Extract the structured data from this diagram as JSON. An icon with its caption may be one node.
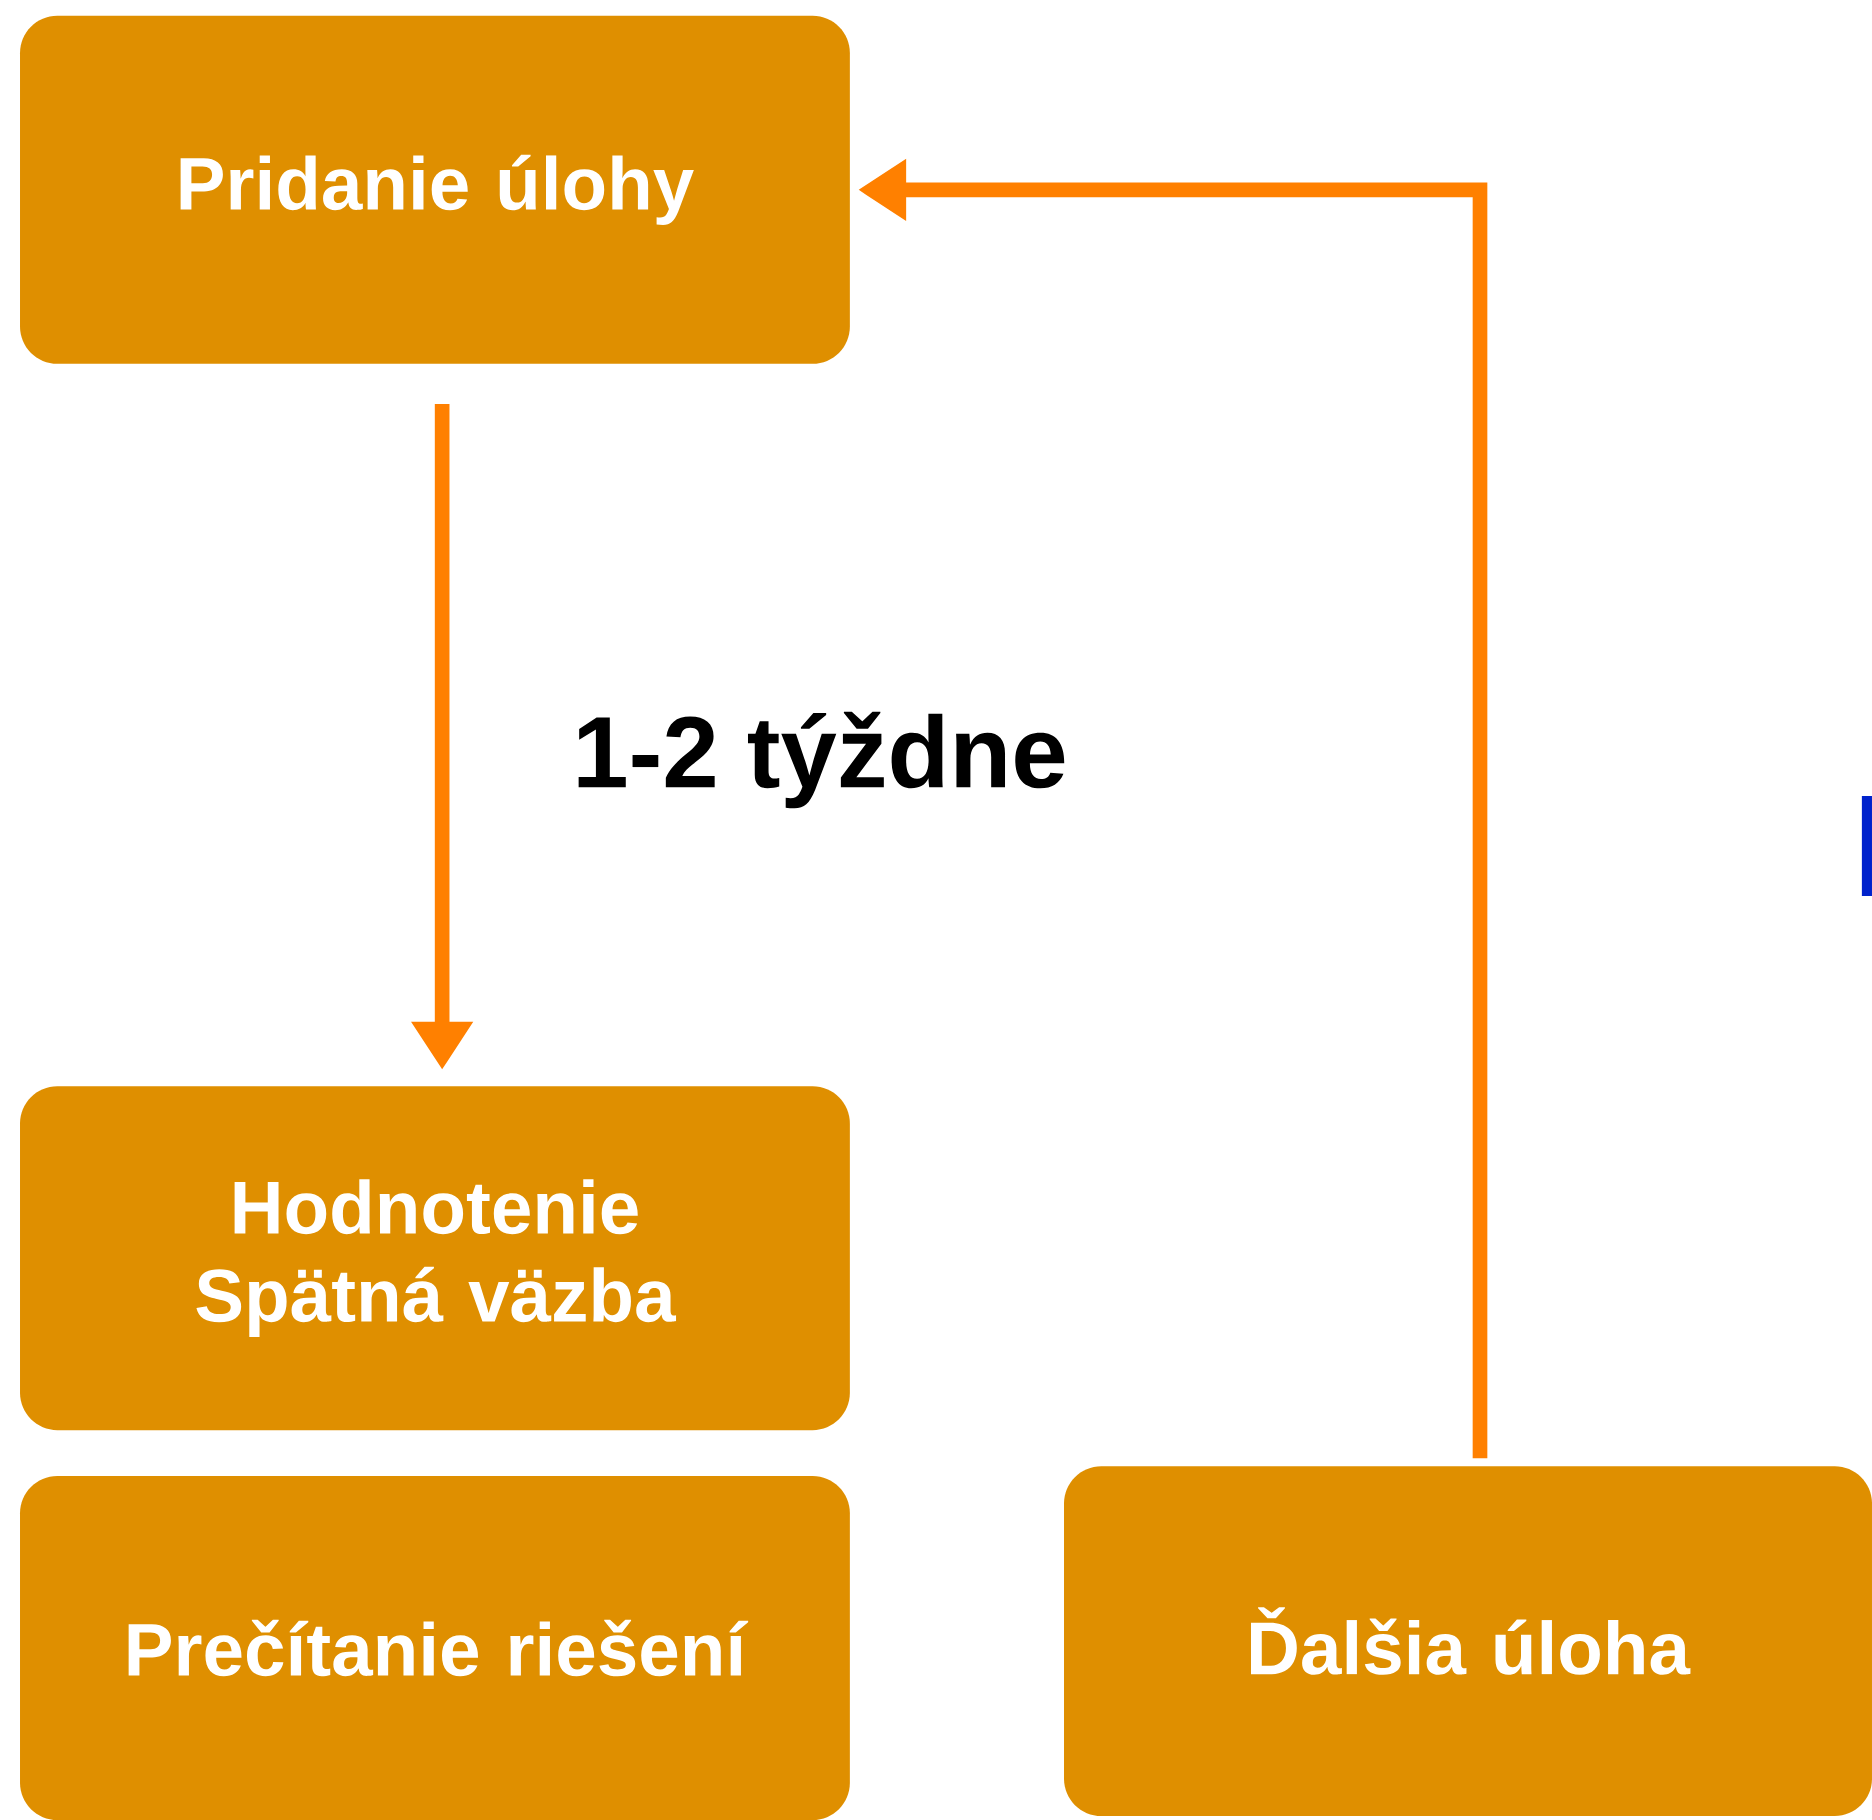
{
  "diagram": {
    "nodes": [
      {
        "text": [
          "Pridanie úlohy"
        ]
      },
      {
        "text": [
          "Hodnotenie Spätná väzba"
        ]
      },
      {
        "text": [
          "Prečítanie riešení"
        ]
      },
      {
        "text": [
          "Ďalšia úloha"
        ]
      }
    ],
    "edges": [
      {
        "from": 0,
        "to": 1,
        "arrow": "to",
        "label": "1-2 týždne"
      },
      {
        "from": 3,
        "to": 0,
        "arrow": "to"
      }
    ]
  }
}
